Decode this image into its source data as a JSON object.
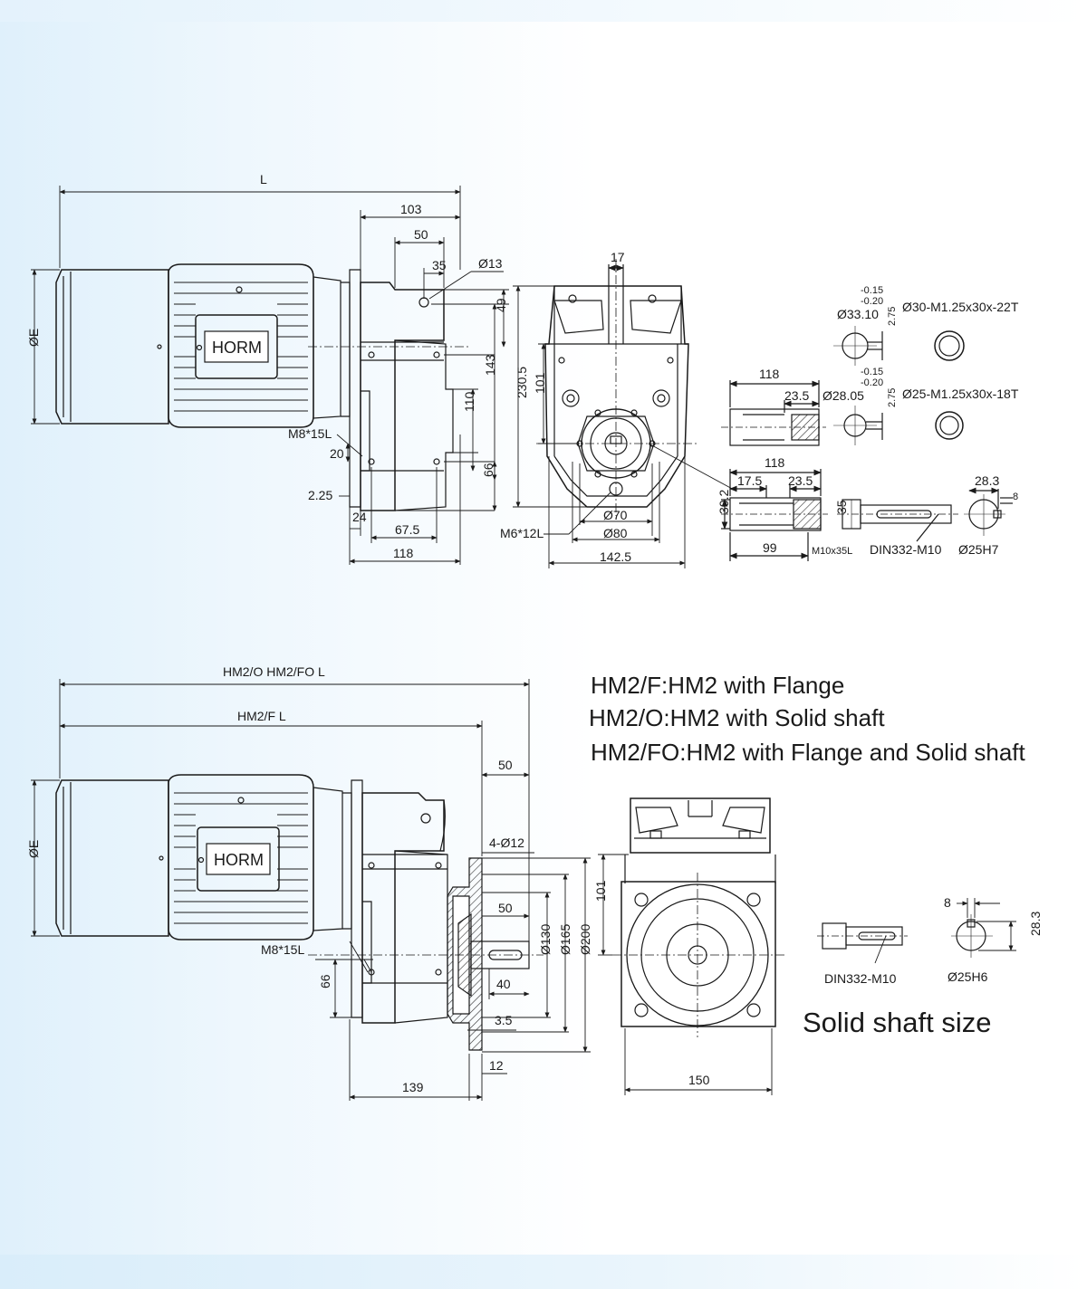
{
  "top_view": {
    "brand": "HORM",
    "dims": {
      "L": "L",
      "phiE": "ØE",
      "d103": "103",
      "d50": "50",
      "d35": "35",
      "d13": "Ø13",
      "d49": "49",
      "d143": "143",
      "d110": "110",
      "d66": "66",
      "m8": "M8*15L",
      "d20": "20",
      "d225": "2.25",
      "d24": "24",
      "d675": "67.5",
      "d118": "118",
      "d17": "17",
      "d2305": "230.5",
      "d101": "101",
      "m6": "M6*12L",
      "d70": "Ø70",
      "d80": "Ø80",
      "d1425": "142.5"
    }
  },
  "shaft_details": {
    "tol_a": [
      "-0.15",
      "-0.20"
    ],
    "d3310": "Ø33.10",
    "d275a": "2.75",
    "spline30": "Ø30-M1.25x30x-22T",
    "d118a": "118",
    "d235a": "23.5",
    "d2805": "Ø28.05",
    "tol_b": [
      "-0.15",
      "-0.20"
    ],
    "d275b": "2.75",
    "spline25": "Ø25-M1.25x30x-18T",
    "d118b": "118",
    "d175": "17.5",
    "d235b": "23.5",
    "d302": "30.2",
    "d35": "35",
    "d99": "99",
    "m10": "M10x35L",
    "din_a": "DIN332-M10",
    "d283": "28.3",
    "d8": "8",
    "d25h7": "Ø25H7"
  },
  "bottom_view": {
    "brand": "HORM",
    "dims": {
      "lo": "HM2/O HM2/FO  L",
      "lf": "HM2/F   L",
      "phiE": "ØE",
      "d50a": "50",
      "d412": "4-Ø12",
      "d50b": "50",
      "d130": "Ø130",
      "d165": "Ø165",
      "d200": "Ø200",
      "d40": "40",
      "d35": "3.5",
      "d12": "12",
      "d139": "139",
      "m8": "M8*15L",
      "d66": "66",
      "d101": "101",
      "d150": "150"
    }
  },
  "legend": [
    "HM2/F:HM2 with Flange",
    "HM2/O:HM2 with Solid shaft",
    "HM2/FO:HM2 with Flange and Solid shaft"
  ],
  "solid_shaft": {
    "d8": "8",
    "d283": "28.3",
    "din": "DIN332-M10",
    "d25h6": "Ø25H6",
    "title": "Solid shaft size"
  }
}
